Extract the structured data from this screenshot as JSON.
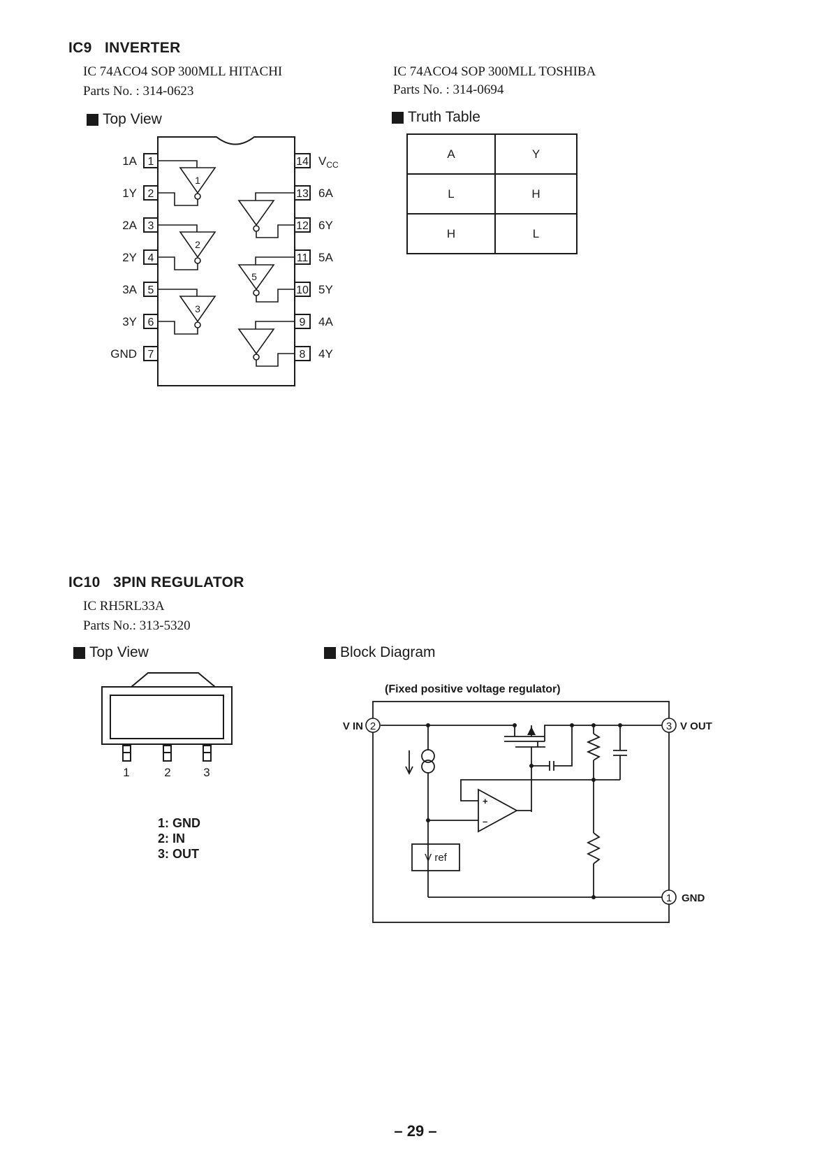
{
  "ic9": {
    "title": "IC9   INVERTER",
    "left_part": "IC 74ACO4 SOP 300MLL HITACHI",
    "left_parts_no": "Parts No. : 314-0623",
    "right_part": "IC 74ACO4 SOP 300MLL TOSHIBA",
    "right_parts_no": "Parts No. : 314-0694",
    "top_view_label": "Top View",
    "truth_table_label": "Truth Table",
    "pins_left": [
      {
        "num": "1",
        "name": "1A"
      },
      {
        "num": "2",
        "name": "1Y"
      },
      {
        "num": "3",
        "name": "2A"
      },
      {
        "num": "4",
        "name": "2Y"
      },
      {
        "num": "5",
        "name": "3A"
      },
      {
        "num": "6",
        "name": "3Y"
      },
      {
        "num": "7",
        "name": "GND"
      }
    ],
    "pins_right": [
      {
        "num": "14",
        "name": "VCC"
      },
      {
        "num": "13",
        "name": "6A"
      },
      {
        "num": "12",
        "name": "6Y"
      },
      {
        "num": "11",
        "name": "5A"
      },
      {
        "num": "10",
        "name": "5Y"
      },
      {
        "num": "9",
        "name": "4A"
      },
      {
        "num": "8",
        "name": "4Y"
      }
    ],
    "gate_labels": [
      "1",
      "2",
      "3",
      "5"
    ],
    "truth_table": {
      "headers": [
        "A",
        "Y"
      ],
      "rows": [
        [
          "L",
          "H"
        ],
        [
          "H",
          "L"
        ]
      ]
    }
  },
  "ic10": {
    "title": "IC10   3PIN REGULATOR",
    "part": "IC RH5RL33A",
    "parts_no": "Parts No.: 313-5320",
    "top_view_label": "Top View",
    "block_diagram_label": "Block Diagram",
    "pin_numbers": [
      "1",
      "2",
      "3"
    ],
    "pin_legend": [
      "1: GND",
      "2: IN",
      "3: OUT"
    ],
    "diagram_caption": "(Fixed positive voltage regulator)",
    "terminals": {
      "vin_label": "V IN",
      "vin_num": "2",
      "vout_label": "V OUT",
      "vout_num": "3",
      "gnd_label": "GND",
      "gnd_num": "1"
    },
    "vref_label": "V ref",
    "opamp_plus": "+",
    "opamp_minus": "–"
  },
  "page_number": "– 29 –"
}
